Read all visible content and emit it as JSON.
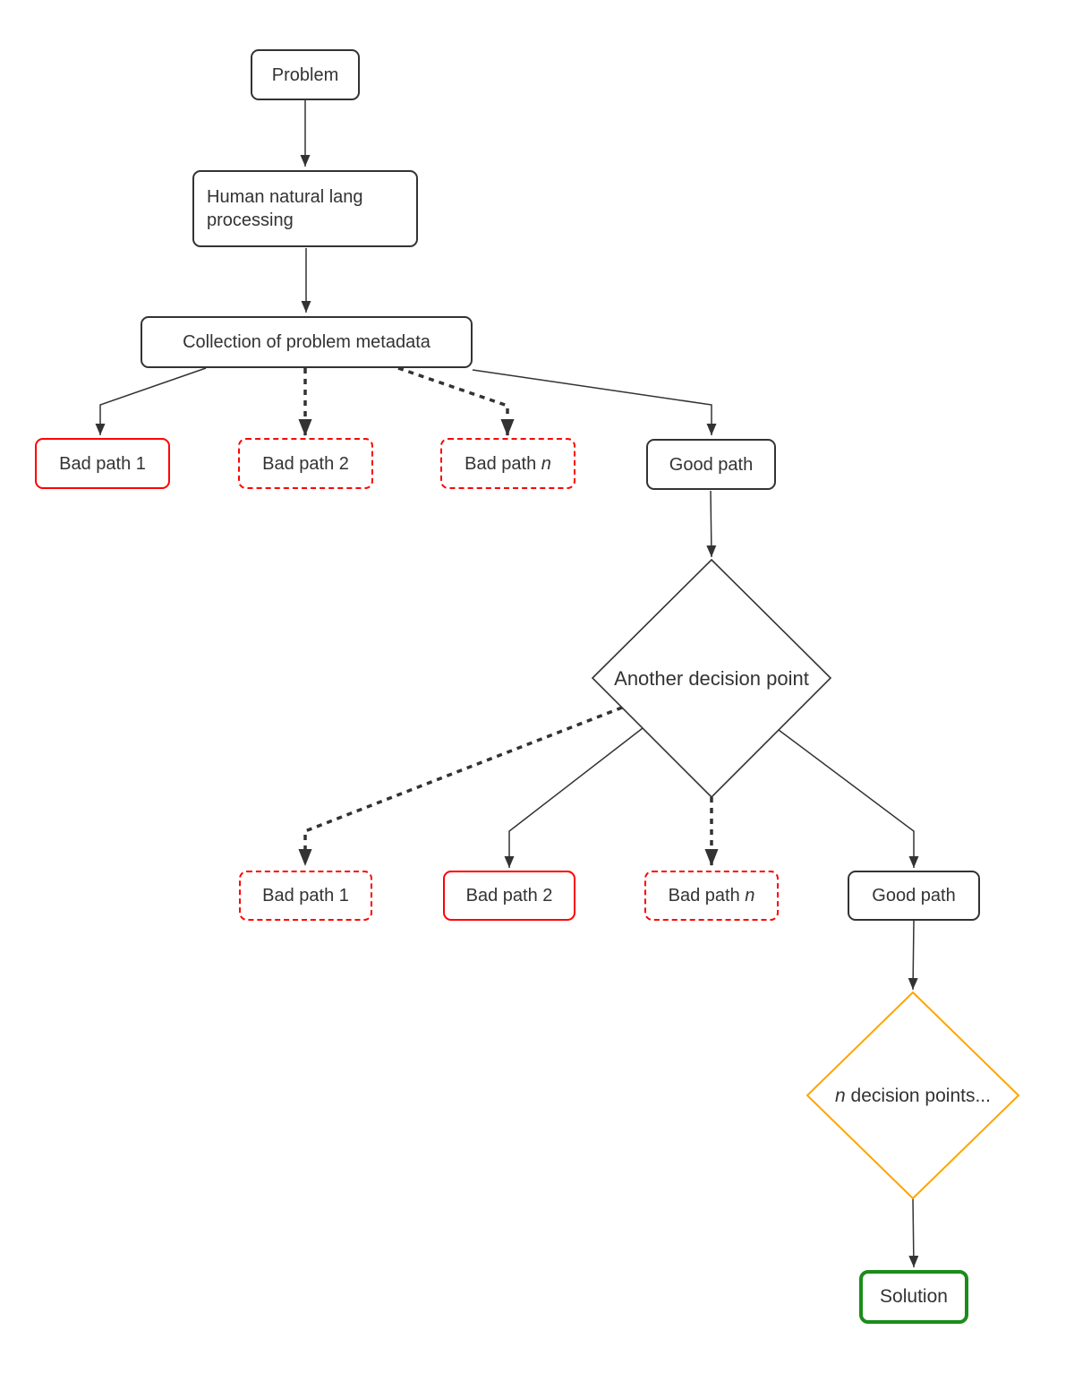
{
  "diagram": {
    "nodes": {
      "problem": {
        "label": "Problem"
      },
      "human": {
        "label": "Human natural lang processing"
      },
      "collection": {
        "label": "Collection of problem metadata"
      },
      "level1": {
        "bad1": {
          "label": "Bad path 1"
        },
        "bad2": {
          "label": "Bad path 2"
        },
        "badn": {
          "prefix": "Bad path ",
          "var": "n"
        },
        "good": {
          "label": "Good path"
        }
      },
      "decision1": {
        "label": "Another decision point"
      },
      "level2": {
        "bad1": {
          "label": "Bad path 1"
        },
        "bad2": {
          "label": "Bad path 2"
        },
        "badn": {
          "prefix": "Bad path ",
          "var": "n"
        },
        "good": {
          "label": "Good path"
        }
      },
      "decision2": {
        "var": "n",
        "suffix": " decision points..."
      },
      "solution": {
        "label": "Solution"
      }
    },
    "colors": {
      "edge": "#333333",
      "node_border": "#333333",
      "text": "#333333",
      "bad_path": "#ff0000",
      "decision_highlight": "#ffa500",
      "solution": "#1a8c1a",
      "background": "#ffffff"
    }
  }
}
